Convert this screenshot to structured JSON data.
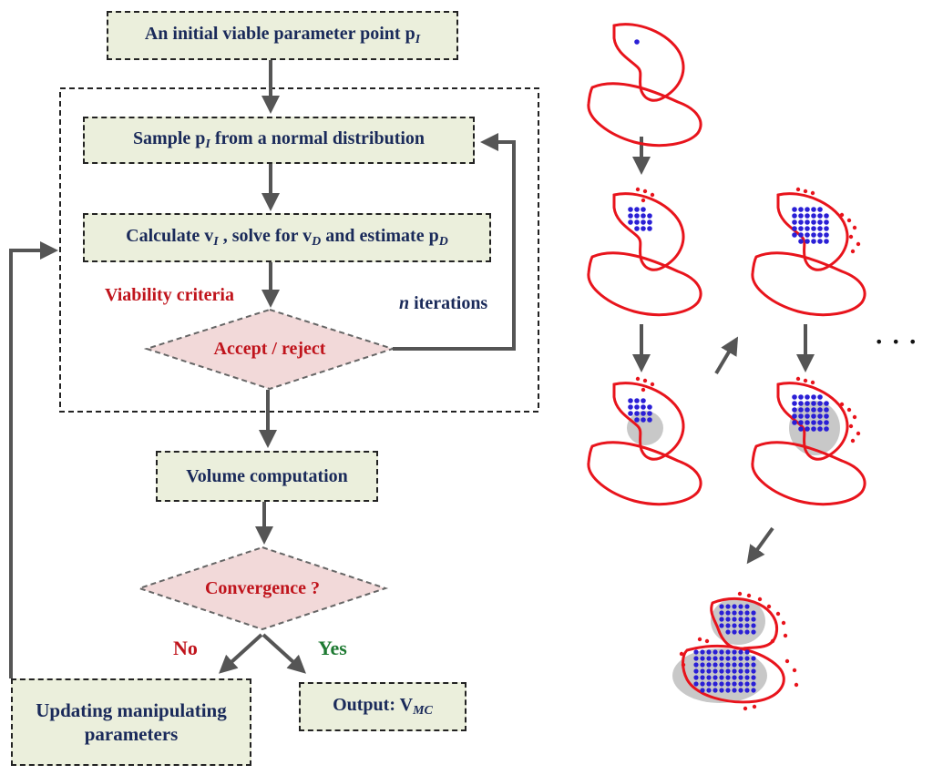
{
  "flowchart": {
    "initial": {
      "main": "An initial viable parameter point p",
      "sub": "I"
    },
    "sample": {
      "pre": "Sample p",
      "sub": "I",
      "post": " from a normal distribution"
    },
    "calculate": {
      "p1": "Calculate v",
      "s1": "I",
      "p2": " , solve for v",
      "s2": "D",
      "p3": " and estimate p",
      "s3": "D"
    },
    "viability_label": "Viability criteria",
    "accept_reject": "Accept / reject",
    "iterations": {
      "italic": "n",
      "rest": " iterations"
    },
    "volume": "Volume computation",
    "convergence": "Convergence ?",
    "no": "No",
    "yes": "Yes",
    "updating": {
      "line1": "Updating manipulating",
      "line2": "parameters"
    },
    "output": {
      "pre": "Output: V",
      "sub": "MC"
    },
    "ellipsis": "• • •"
  },
  "colors": {
    "box_fill": "#ebefdc",
    "diamond_fill": "#f2d9d9",
    "arrow": "#555555",
    "navy_text": "#1a2a5a",
    "red_text": "#c0141c",
    "green_text": "#1e7a32",
    "region_outline": "#e8141c",
    "sample_dot": "#2a1fd6",
    "gray_blob": "#c8c8c8"
  }
}
